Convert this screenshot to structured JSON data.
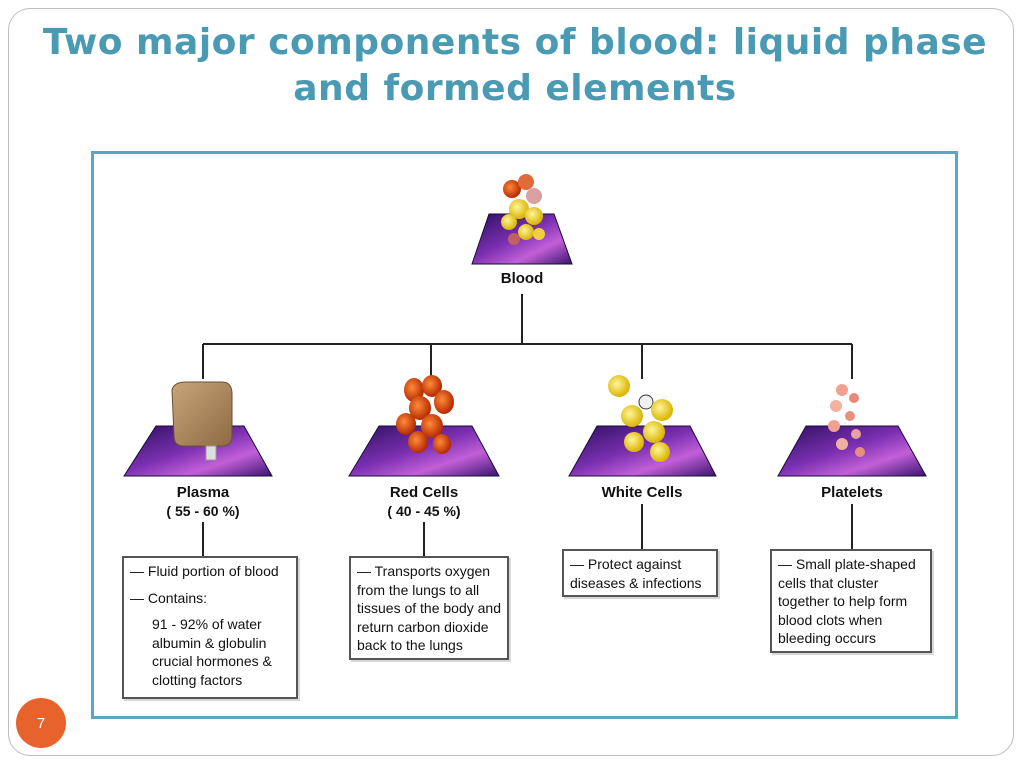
{
  "slide": {
    "title_line1": "Two major components of blood:  liquid phase",
    "title_line2": "and formed elements",
    "page_number": "7",
    "accent_color": "#4a9ab3",
    "badge_color": "#e8622b"
  },
  "diagram": {
    "root": {
      "label": "Blood",
      "icon": "blood-cells-icon"
    },
    "children": [
      {
        "label": "Plasma",
        "percent": "( 55 - 60 %)",
        "icon": "plasma-bag-icon",
        "details": [
          "— Fluid portion of blood",
          "— Contains:",
          "91 - 92% of water",
          "albumin &  globulin",
          "crucial hormones &",
          "clotting factors"
        ]
      },
      {
        "label": "Red Cells",
        "percent": "( 40 - 45 %)",
        "icon": "red-cells-icon",
        "details": [
          "— Transports oxygen",
          "from the lungs to all",
          "tissues of the body and",
          "return carbon dioxide",
          "back to the lungs"
        ]
      },
      {
        "label": "White Cells",
        "percent": "",
        "icon": "white-cells-icon",
        "details": [
          "— Protect against",
          "diseases & infections"
        ]
      },
      {
        "label": "Platelets",
        "percent": "",
        "icon": "platelets-icon",
        "details": [
          "— Small plate-shaped",
          "cells that cluster",
          "together to help form",
          "blood clots when",
          "bleeding occurs"
        ]
      }
    ]
  }
}
